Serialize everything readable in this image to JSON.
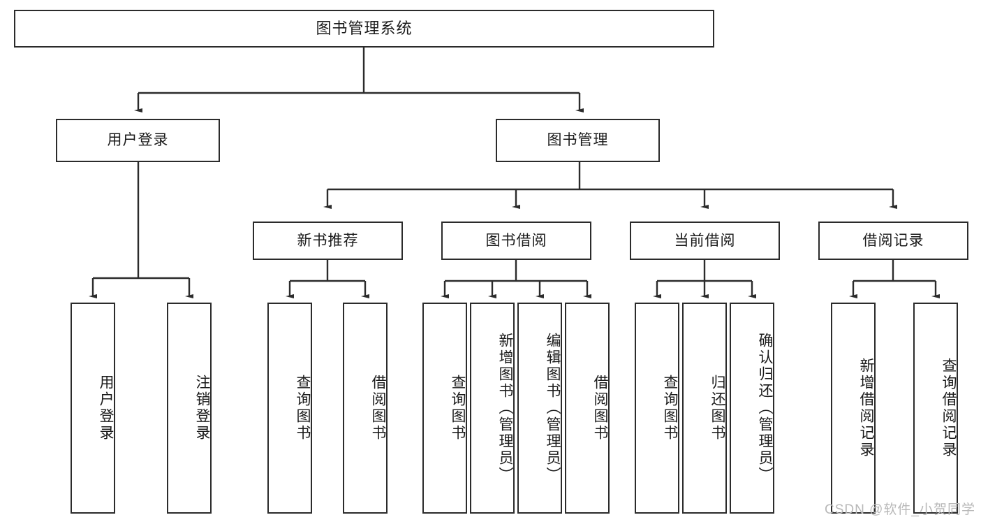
{
  "diagram": {
    "title": "图书管理系统",
    "type": "tree",
    "watermark": "CSDN @软件_小贺同学",
    "colors": {
      "border": "#2b2b2b",
      "background": "#ffffff",
      "text": "#1a1a1a",
      "connector": "#2b2b2b",
      "watermark": "#b8b8b8"
    },
    "levels": {
      "root": {
        "label": "图书管理系统"
      },
      "level2": [
        {
          "label": "用户登录"
        },
        {
          "label": "图书管理"
        }
      ],
      "level3": [
        {
          "label": "新书推荐"
        },
        {
          "label": "图书借阅"
        },
        {
          "label": "当前借阅"
        },
        {
          "label": "借阅记录"
        }
      ],
      "leaves": [
        {
          "label": "用户登录",
          "parent": "用户登录"
        },
        {
          "label": "注销登录",
          "parent": "用户登录"
        },
        {
          "label": "查询图书",
          "parent": "新书推荐"
        },
        {
          "label": "借阅图书",
          "parent": "新书推荐"
        },
        {
          "label": "查询图书",
          "parent": "图书借阅"
        },
        {
          "label": "新增图书（管理员）",
          "parent": "图书借阅"
        },
        {
          "label": "编辑图书（管理员）",
          "parent": "图书借阅"
        },
        {
          "label": "借阅图书",
          "parent": "图书借阅"
        },
        {
          "label": "查询图书",
          "parent": "当前借阅"
        },
        {
          "label": "归还图书",
          "parent": "当前借阅"
        },
        {
          "label": "确认归还（管理员）",
          "parent": "当前借阅"
        },
        {
          "label": "新增借阅记录",
          "parent": "借阅记录"
        },
        {
          "label": "查询借阅记录",
          "parent": "借阅记录"
        }
      ]
    }
  }
}
